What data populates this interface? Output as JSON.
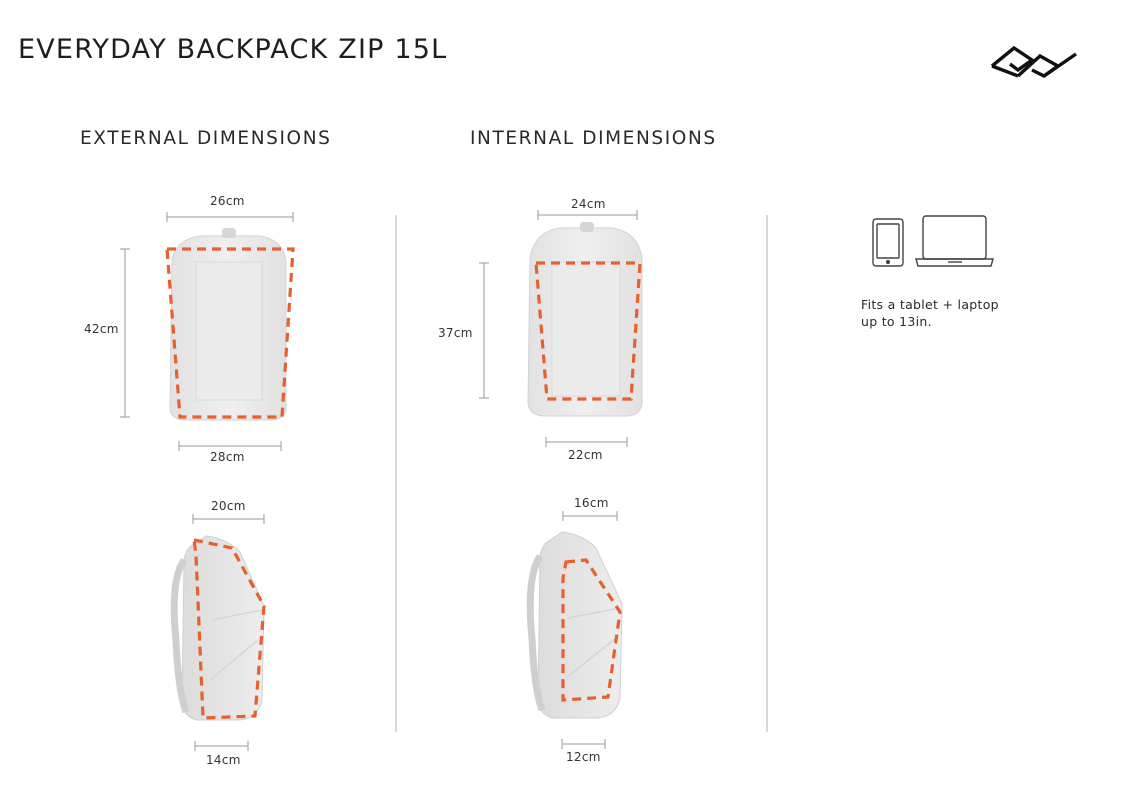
{
  "title": "EVERYDAY BACKPACK ZIP 15L",
  "sections": {
    "external": "EXTERNAL DIMENSIONS",
    "internal": "INTERNAL DIMENSIONS"
  },
  "external": {
    "top_width": "26cm",
    "height": "42cm",
    "bottom_width": "28cm",
    "side_depth_top": "20cm",
    "side_depth_bottom": "14cm"
  },
  "internal": {
    "top_width": "24cm",
    "height": "37cm",
    "bottom_width": "22cm",
    "side_depth_top": "16cm",
    "side_depth_bottom": "12cm"
  },
  "fits": {
    "line1": "Fits a tablet + laptop",
    "line2": "up to 13in."
  },
  "icons": [
    "tablet-icon",
    "laptop-icon",
    "brand-logo-icon"
  ],
  "colors": {
    "outline": "#e8602c",
    "bag": "#e9e9e9",
    "measure": "#9a9a9a"
  }
}
